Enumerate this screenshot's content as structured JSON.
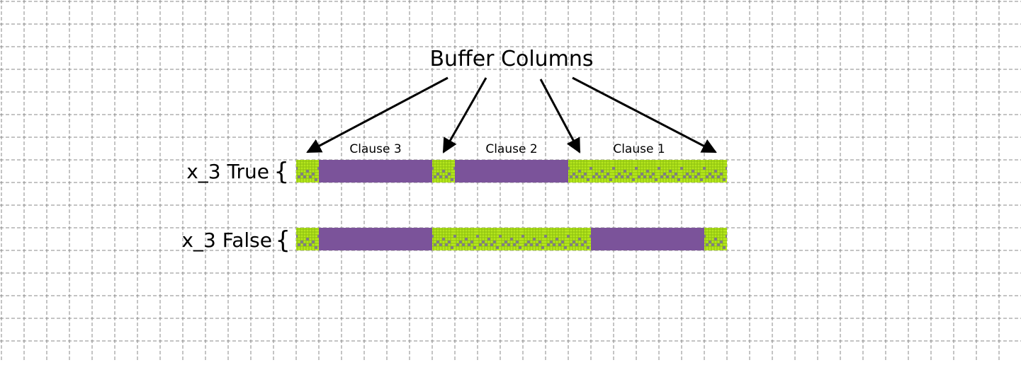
{
  "title": "Buffer Columns",
  "clause_labels": [
    "Clause 3",
    "Clause 2",
    "Clause 1"
  ],
  "rows": [
    {
      "label": "x_3 True",
      "bracket": "{",
      "segments": [
        {
          "kind": "tile",
          "span": 1
        },
        {
          "kind": "solid",
          "span": 5
        },
        {
          "kind": "tile",
          "span": 1
        },
        {
          "kind": "solid",
          "span": 5
        },
        {
          "kind": "tile",
          "span": 7
        }
      ]
    },
    {
      "label": "x_3 False",
      "bracket": "{",
      "segments": [
        {
          "kind": "tile",
          "span": 1
        },
        {
          "kind": "solid",
          "span": 5
        },
        {
          "kind": "tile",
          "span": 7
        },
        {
          "kind": "solid",
          "span": 5
        },
        {
          "kind": "tile",
          "span": 1
        }
      ]
    }
  ],
  "colors": {
    "background": "#ffffff",
    "grid": "#8a8a8a",
    "solid": "#7b539a",
    "tile_green": "#b5e61d",
    "tile_line": "#8cbf10",
    "tile_gray": "#808080",
    "arrow": "#000000",
    "text": "#000000"
  }
}
